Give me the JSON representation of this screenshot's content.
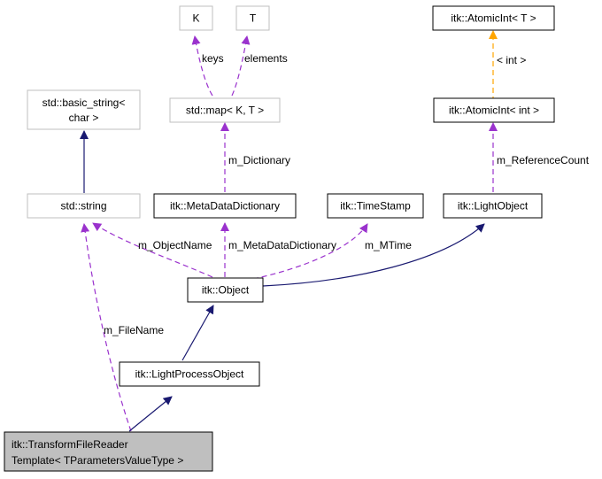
{
  "colors": {
    "inherit": "#191970",
    "usage": "#9a32cd",
    "template": "#ffa500",
    "node_border_strong": "#000000",
    "node_border_light": "#bfbfbf",
    "focus_fill": "#bfbfbf"
  },
  "nodes": {
    "k": {
      "label": "K"
    },
    "t": {
      "label": "T"
    },
    "atomic_t": {
      "label": "itk::AtomicInt< T >"
    },
    "basic_string": {
      "line1": "std::basic_string<",
      "line2": "char >"
    },
    "map": {
      "label": "std::map< K, T >"
    },
    "atomic_int": {
      "label": "itk::AtomicInt< int >"
    },
    "std_string": {
      "label": "std::string"
    },
    "meta_dict": {
      "label": "itk::MetaDataDictionary"
    },
    "timestamp": {
      "label": "itk::TimeStamp"
    },
    "light_object": {
      "label": "itk::LightObject"
    },
    "object": {
      "label": "itk::Object"
    },
    "light_process": {
      "label": "itk::LightProcessObject"
    },
    "reader": {
      "line1": "itk::TransformFileReader",
      "line2": "Template< TParametersValueType >"
    }
  },
  "edges": {
    "keys": "keys",
    "elements": "elements",
    "int_param": "< int >",
    "dictionary": "m_Dictionary",
    "reference_count": "m_ReferenceCount",
    "object_name": "m_ObjectName",
    "meta_data_dictionary": "m_MetaDataDictionary",
    "mtime": "m_MTime",
    "file_name": "m_FileName"
  }
}
